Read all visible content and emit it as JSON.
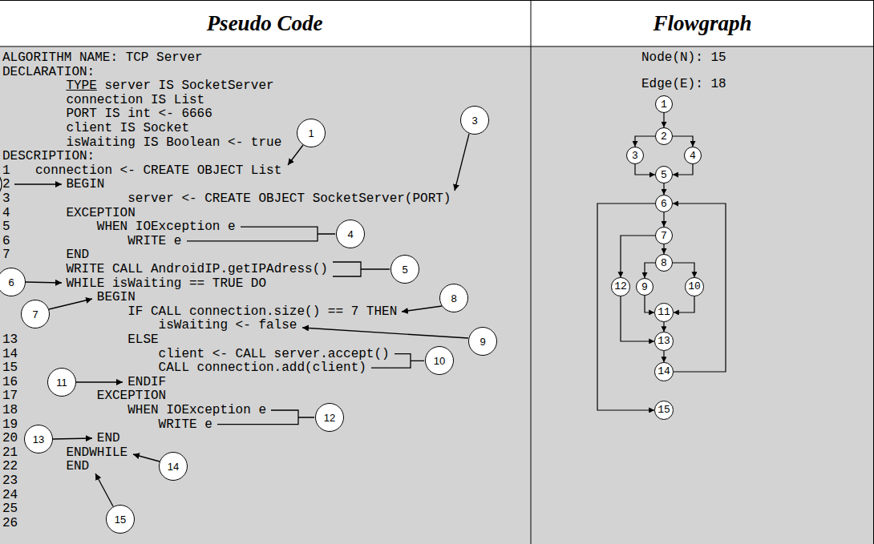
{
  "diagram": {
    "nodes": [
      {
        "text": [
          "1"
        ]
      },
      {
        "text": [
          "3"
        ]
      },
      {
        "text": [
          "4"
        ]
      },
      {
        "text": [
          "5"
        ]
      },
      {
        "text": [
          "6"
        ]
      },
      {
        "text": [
          "7"
        ]
      },
      {
        "text": [
          "8"
        ]
      },
      {
        "text": [
          "9"
        ]
      },
      {
        "text": [
          "10"
        ]
      },
      {
        "text": [
          "11"
        ]
      },
      {
        "text": [
          "12"
        ]
      },
      {
        "text": [
          "13"
        ]
      },
      {
        "text": [
          "14"
        ]
      },
      {
        "text": [
          "15"
        ]
      },
      {
        "text": [
          "1"
        ]
      },
      {
        "text": [
          "2"
        ]
      },
      {
        "text": [
          "3"
        ]
      },
      {
        "text": [
          "4"
        ]
      },
      {
        "text": [
          "5"
        ]
      },
      {
        "text": [
          "6"
        ]
      },
      {
        "text": [
          "7"
        ]
      },
      {
        "text": [
          "8"
        ]
      },
      {
        "text": [
          "9"
        ]
      },
      {
        "text": [
          "10"
        ]
      },
      {
        "text": [
          "11"
        ]
      },
      {
        "text": [
          "12"
        ]
      },
      {
        "text": [
          "13"
        ]
      },
      {
        "text": [
          "14"
        ]
      },
      {
        "text": [
          "15"
        ]
      }
    ],
    "edges": [
      {
        "from": 14,
        "to": 15,
        "arrow": "to"
      },
      {
        "from": 15,
        "to": 16,
        "arrow": "to"
      },
      {
        "from": 15,
        "to": 17,
        "arrow": "to"
      },
      {
        "from": 16,
        "to": 18,
        "arrow": "to"
      },
      {
        "from": 17,
        "to": 18,
        "arrow": "to"
      },
      {
        "from": 18,
        "to": 19,
        "arrow": "to"
      },
      {
        "from": 19,
        "to": 20,
        "arrow": "to"
      },
      {
        "from": 20,
        "to": 21,
        "arrow": "to"
      },
      {
        "from": 20,
        "to": 25,
        "arrow": "to"
      },
      {
        "from": 21,
        "to": 22,
        "arrow": "to"
      },
      {
        "from": 21,
        "to": 23,
        "arrow": "to"
      },
      {
        "from": 22,
        "to": 24,
        "arrow": "to"
      },
      {
        "from": 23,
        "to": 24,
        "arrow": "to"
      },
      {
        "from": 24,
        "to": 26,
        "arrow": "to"
      },
      {
        "from": 25,
        "to": 26,
        "arrow": "to"
      },
      {
        "from": 26,
        "to": 27,
        "arrow": "to"
      },
      {
        "from": 27,
        "to": 19,
        "arrow": "to"
      },
      {
        "from": 19,
        "to": 28,
        "arrow": "to"
      }
    ],
    "labels": [
      "Pseudo Code",
      "Flowgraph",
      "ALGORITHM NAME: TCP Server",
      "DECLARATION:",
      "TYPE",
      "server IS SocketServer",
      "connection IS List",
      "PORT IS int <- 6666",
      "client IS Socket",
      "isWaiting IS Boolean <- true",
      "DESCRIPTION:",
      "1",
      "connection <- CREATE OBJECT List",
      "2",
      "BEGIN",
      "3",
      "server <- CREATE OBJECT SocketServer(PORT)",
      "4",
      "EXCEPTION",
      "5",
      "WHEN IOException e",
      "6",
      "WRITE e",
      "7",
      "END",
      "WRITE CALL AndroidIP.getIPAdress()",
      "WHILE isWaiting == TRUE DO",
      "BEGIN",
      "IF CALL connection.size() == 7 THEN",
      "isWaiting <- false",
      "13",
      "ELSE",
      "14",
      "client <- CALL server.accept()",
      "15",
      "CALL connection.add(client)",
      "16",
      "ENDIF",
      "17",
      "EXCEPTION",
      "18",
      "WHEN IOException e",
      "19",
      "WRITE e",
      "20",
      "END",
      "21",
      "ENDWHILE",
      "22",
      "END",
      "23",
      "24",
      "25",
      "26",
      "Node(N): 15",
      "Edge(E): 18"
    ]
  }
}
